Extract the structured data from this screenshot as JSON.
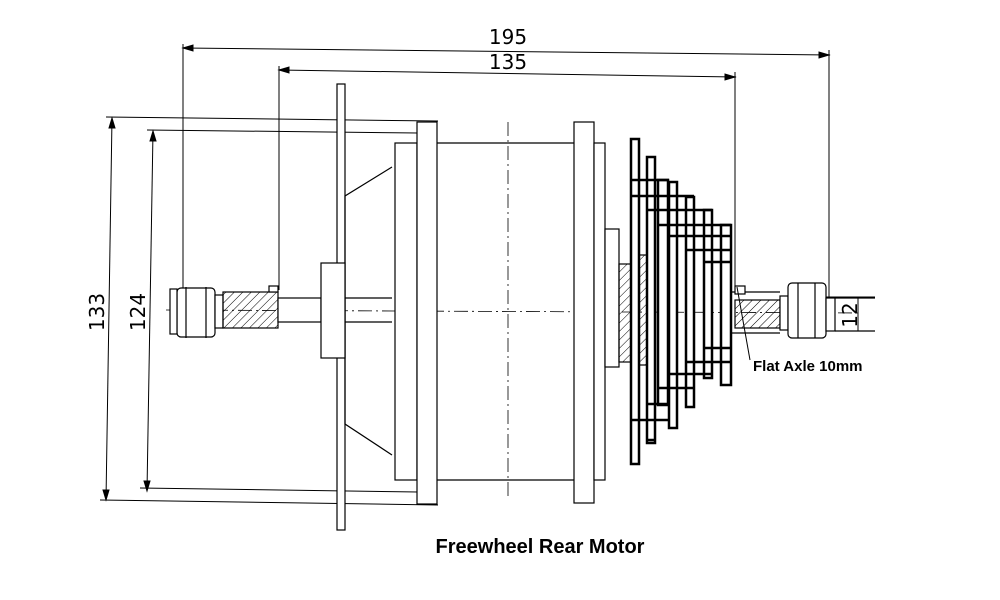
{
  "diagram": {
    "caption": "Freewheel Rear Motor",
    "note": "Flat Axle 10mm",
    "dimensions": {
      "overall_width": "195",
      "body_width": "135",
      "outer_height": "133",
      "inner_height": "124",
      "axle_height": "12"
    }
  }
}
